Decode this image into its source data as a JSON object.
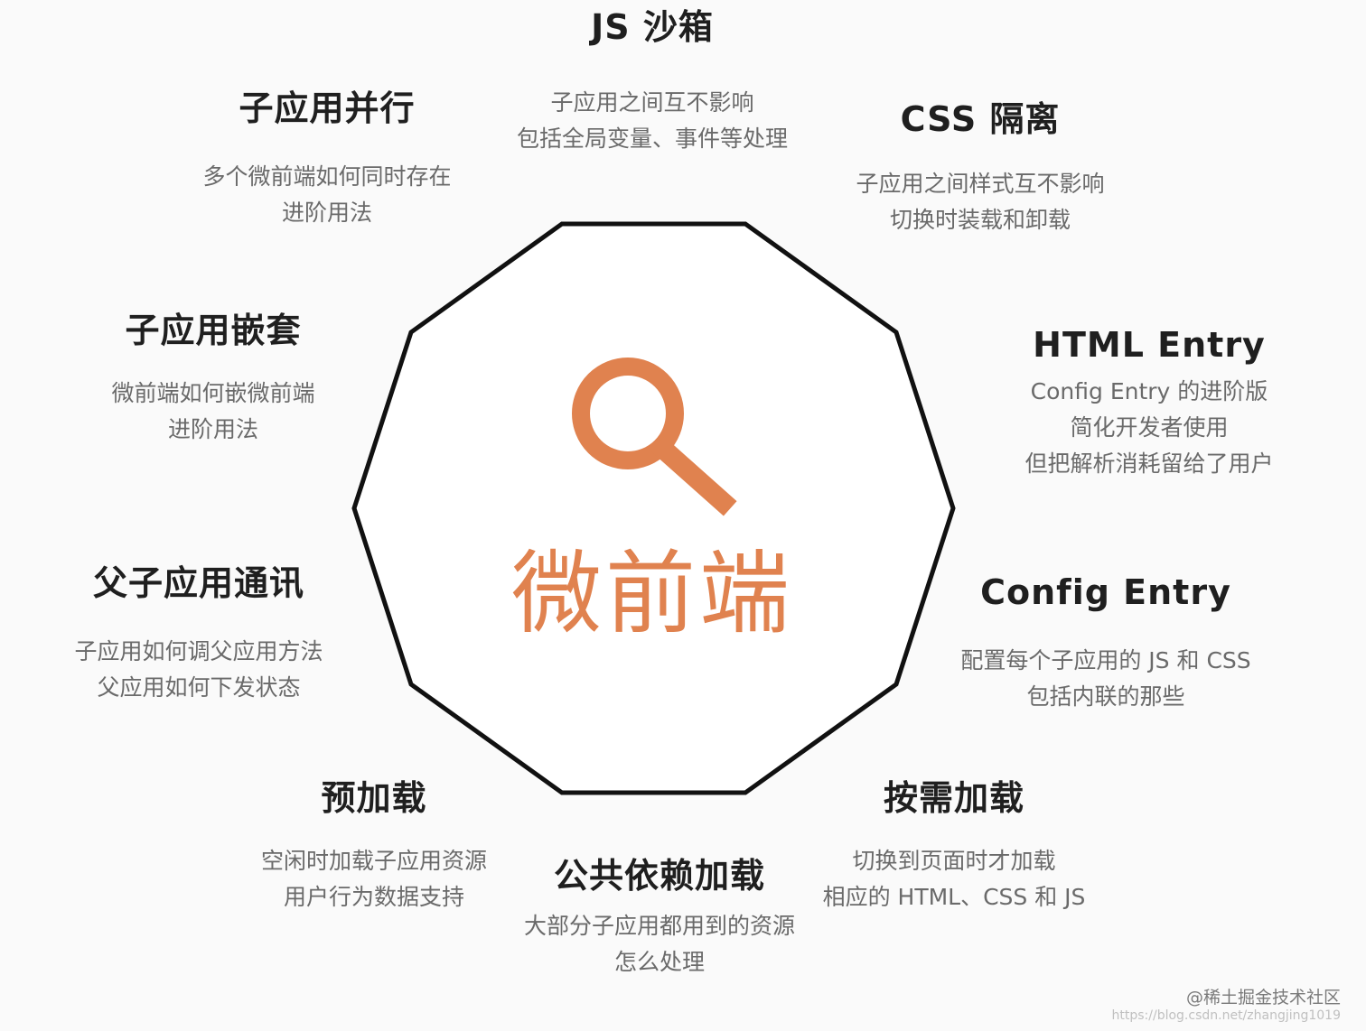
{
  "center": {
    "label": "微前端",
    "icon": "search-icon",
    "color": "#e0824f"
  },
  "nodes": [
    {
      "id": "js-sandbox",
      "title": "JS 沙箱",
      "desc": [
        "子应用之间互不影响",
        "包括全局变量、事件等处理"
      ]
    },
    {
      "id": "css-isolation",
      "title": "CSS 隔离",
      "desc": [
        "子应用之间样式互不影响",
        "切换时装载和卸载"
      ]
    },
    {
      "id": "html-entry",
      "title": "HTML Entry",
      "desc": [
        "Config Entry 的进阶版",
        "简化开发者使用",
        "但把解析消耗留给了用户"
      ]
    },
    {
      "id": "config-entry",
      "title": "Config Entry",
      "desc": [
        "配置每个子应用的 JS 和 CSS",
        "包括内联的那些"
      ]
    },
    {
      "id": "on-demand-loading",
      "title": "按需加载",
      "desc": [
        "切换到页面时才加载",
        "相应的 HTML、CSS 和 JS"
      ]
    },
    {
      "id": "shared-deps-loading",
      "title": "公共依赖加载",
      "desc": [
        "大部分子应用都用到的资源",
        "怎么处理"
      ]
    },
    {
      "id": "preloading",
      "title": "预加载",
      "desc": [
        "空闲时加载子应用资源",
        "用户行为数据支持"
      ]
    },
    {
      "id": "parent-child-comm",
      "title": "父子应用通讯",
      "desc": [
        "子应用如何调父应用方法",
        "父应用如何下发状态"
      ]
    },
    {
      "id": "sub-app-nesting",
      "title": "子应用嵌套",
      "desc": [
        "微前端如何嵌微前端",
        "进阶用法"
      ]
    },
    {
      "id": "sub-app-parallel",
      "title": "子应用并行",
      "desc": [
        "多个微前端如何同时存在",
        "进阶用法"
      ]
    }
  ],
  "watermark": {
    "main": "@稀土掘金技术社区",
    "url": "https://blog.csdn.net/zhangjing1019"
  },
  "colors": {
    "outline": "#111111",
    "title_text": "#1f1f1f",
    "desc_text": "#6a6a6a",
    "accent": "#e0824f"
  }
}
